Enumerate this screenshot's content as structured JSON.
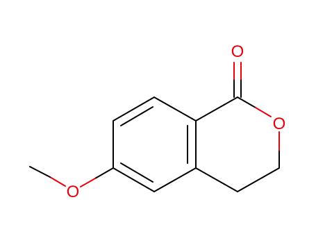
{
  "molecule": {
    "atoms": {
      "carbonyl_oxygen": "O",
      "ring_oxygen": "O",
      "methoxy_oxygen": "O"
    }
  },
  "colors": {
    "bond": "#000000",
    "heteroatom": "#e8000b",
    "background": "#ffffff"
  }
}
